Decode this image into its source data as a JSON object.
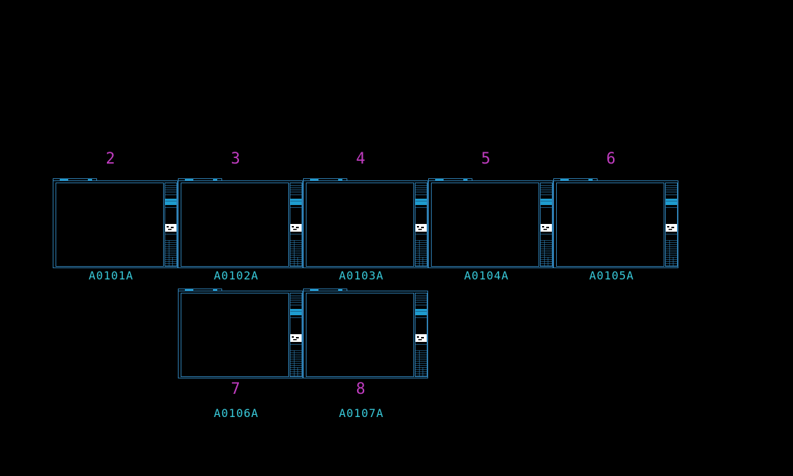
{
  "colors": {
    "background": "#000000",
    "sheet_line": "#2f7fb3",
    "sheet_accent": "#1e9ccf",
    "page_number": "#c03cc0",
    "sheet_id": "#38c8d8",
    "white_block": "#ffffff"
  },
  "sheets": [
    {
      "number": "2",
      "id": "A0101A"
    },
    {
      "number": "3",
      "id": "A0102A"
    },
    {
      "number": "4",
      "id": "A0103A"
    },
    {
      "number": "5",
      "id": "A0104A"
    },
    {
      "number": "6",
      "id": "A0105A"
    },
    {
      "number": "7",
      "id": "A0106A"
    },
    {
      "number": "8",
      "id": "A0107A"
    }
  ]
}
